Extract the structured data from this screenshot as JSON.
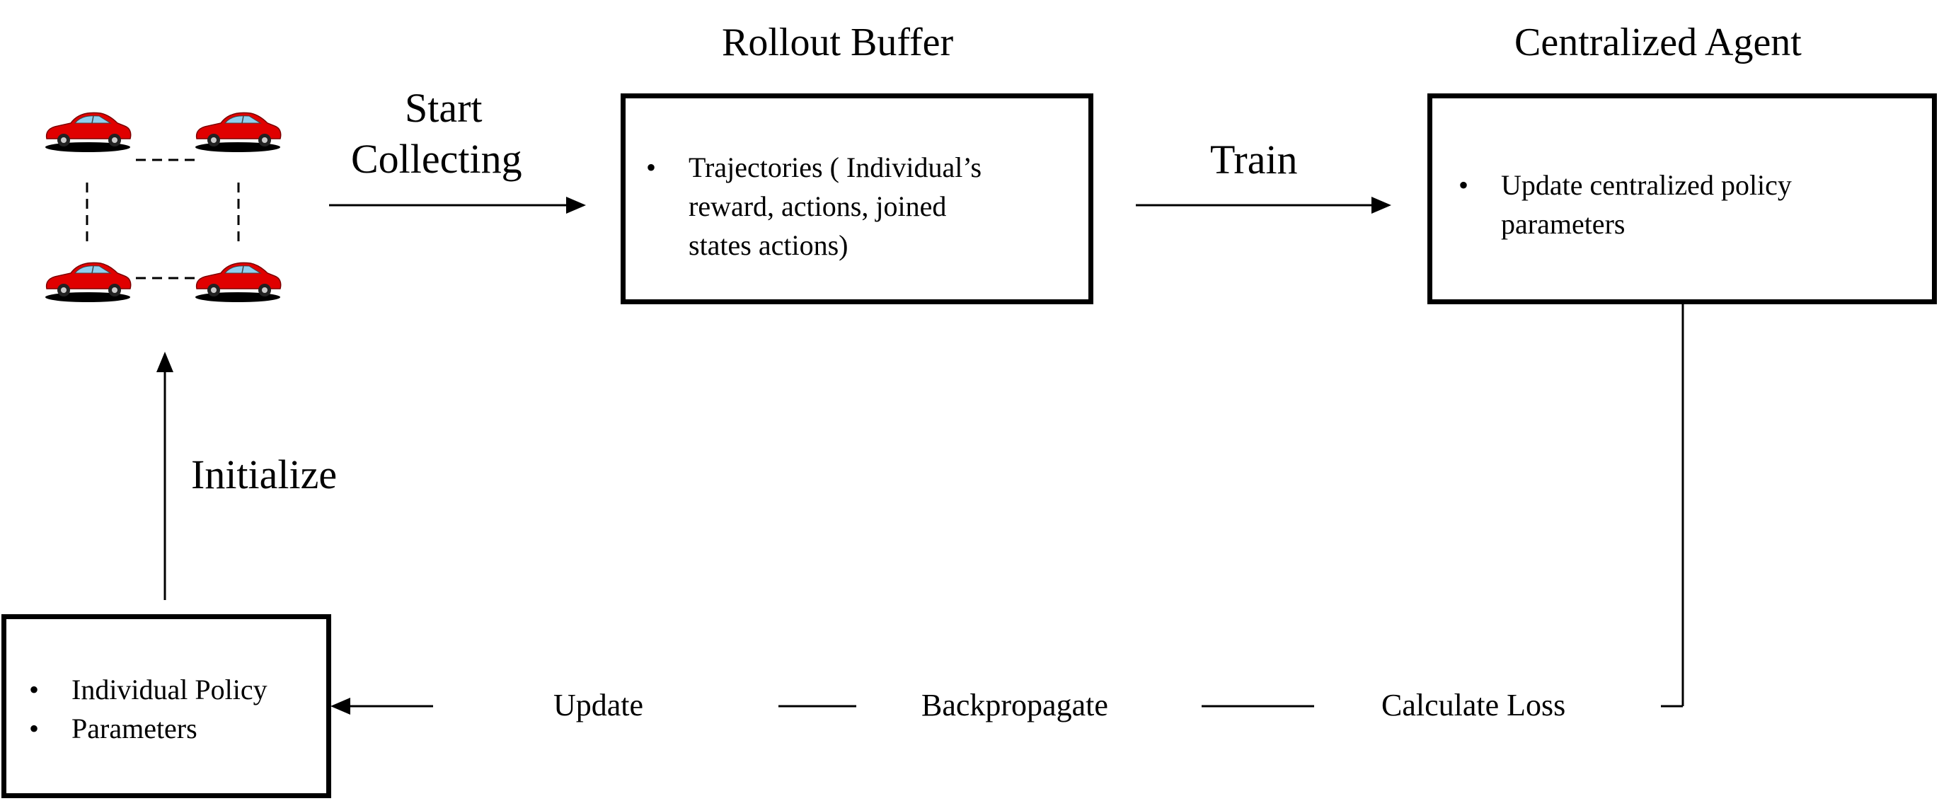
{
  "titles": {
    "rollout_buffer": "Rollout Buffer",
    "centralized_agent": "Centralized Agent"
  },
  "edges": {
    "start_collecting_line1": "Start",
    "start_collecting_line2": "Collecting",
    "train": "Train",
    "initialize": "Initialize"
  },
  "boxes": {
    "rollout_buffer": {
      "items": [
        "Trajectories ( Individual’s reward, actions, joined states actions)"
      ],
      "lines": [
        "Trajectories ( Individual’s",
        "reward, actions, joined",
        "states actions)"
      ]
    },
    "centralized_agent": {
      "items": [
        "Update centralized policy parameters"
      ],
      "lines": [
        "Update centralized policy",
        "parameters"
      ]
    },
    "individual_policy": {
      "items": [
        "Individual Policy",
        "Parameters"
      ]
    }
  },
  "feedback_steps": [
    "Update",
    "Backpropagate",
    "Calculate Loss"
  ],
  "colors": {
    "car_body": "#e00000",
    "car_window": "#8fd0ef",
    "line": "#000000"
  },
  "icons": {
    "agent_car": "red-car-icon"
  }
}
